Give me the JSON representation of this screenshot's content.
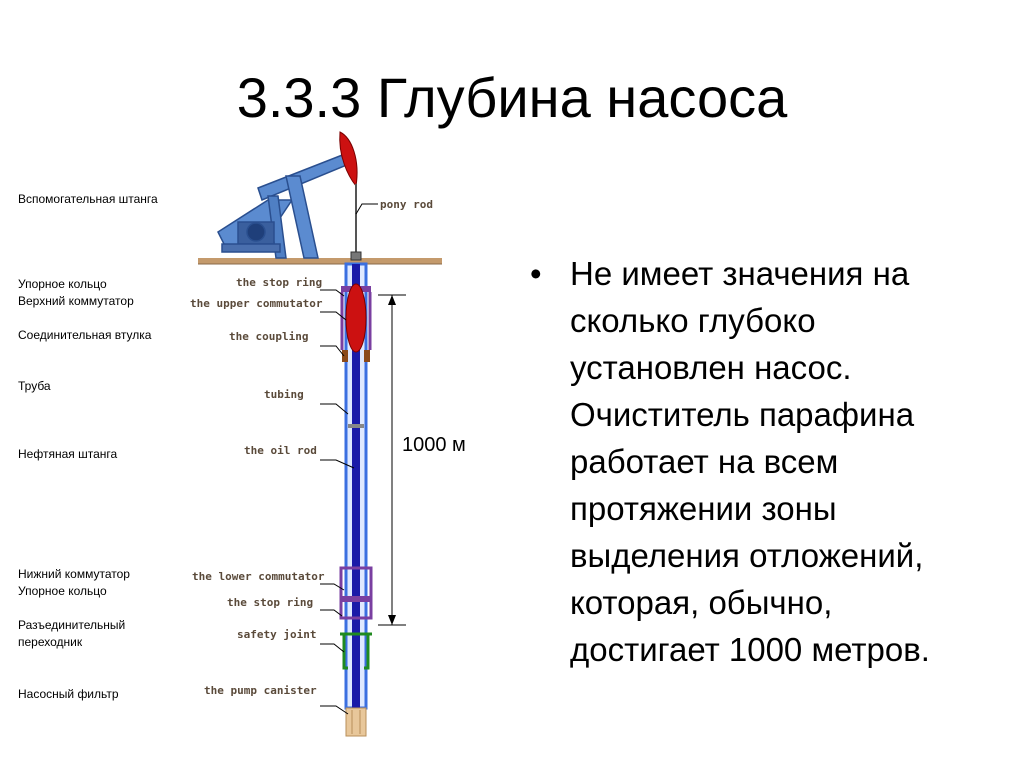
{
  "slide": {
    "title": "3.3.3 Глубина насоса",
    "bullet": "Не имеет значения на сколько глубоко установлен насос. Очиститель парафина работает на всем протяжении зоны выделения отложений, которая, обычно, достигает 1000 метров."
  },
  "diagram": {
    "depth_label": "1000 м",
    "labels_ru": {
      "pony_rod": "Вспомогательная штанга",
      "stop_ring_upper": "Упорное кольцо",
      "upper_commutator": "Верхний коммутатор",
      "coupling": "Соединительная втулка",
      "tubing": "Труба",
      "oil_rod": "Нефтяная штанга",
      "lower_commutator": "Нижний коммутатор",
      "stop_ring_lower": "Упорное кольцо",
      "safety_joint_line1": "Разъединительный",
      "safety_joint_line2": "переходник",
      "pump_canister": "Насосный фильтр"
    },
    "labels_en": {
      "pony_rod": "pony rod",
      "stop_ring_upper": "the stop ring",
      "upper_commutator": "the upper commutator",
      "coupling": "the coupling",
      "tubing": "tubing",
      "oil_rod": "the oil rod",
      "lower_commutator": "the lower commutator",
      "stop_ring_lower": "the stop ring",
      "safety_joint": "safety joint",
      "pump_canister": "the pump canister"
    },
    "colors": {
      "ground": "#c49a6c",
      "pumpjack": "#5b8bd0",
      "rod": "#1a1aa8",
      "tubing": "#3b6fe0",
      "commutator": "#cc1111",
      "stop_ring": "#7a3fa0",
      "safety_joint": "#1f8a1f",
      "canister": "#e8c79a"
    }
  }
}
